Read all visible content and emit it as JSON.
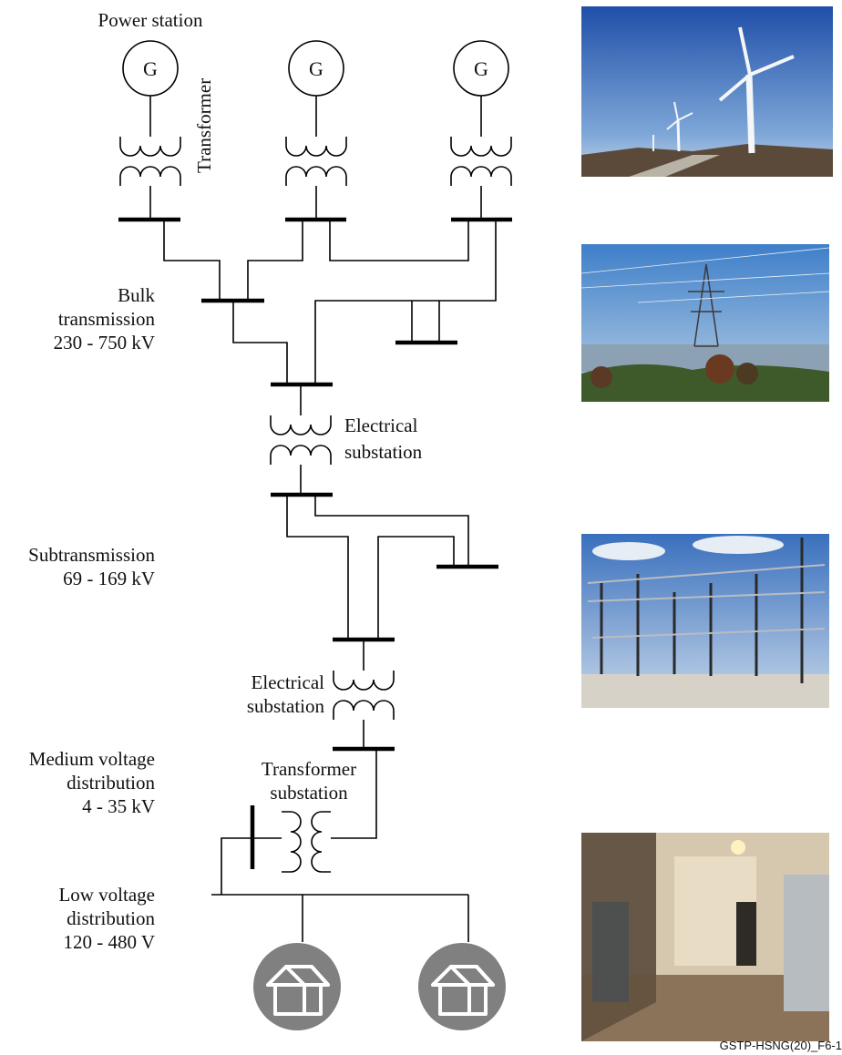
{
  "labels": {
    "power_station": "Power station",
    "transformer": "Transformer",
    "generator": "G",
    "bulk": [
      "Bulk",
      "transmission",
      "230 - 750 kV"
    ],
    "substation1": [
      "Electrical",
      "substation"
    ],
    "subtransmission": [
      "Subtransmission",
      "69 - 169 kV"
    ],
    "substation2": [
      "Electrical",
      "substation"
    ],
    "medium": [
      "Medium voltage",
      "distribution",
      "4 - 35 kV"
    ],
    "transformer_substation": [
      "Transformer",
      "substation"
    ],
    "low": [
      "Low voltage",
      "distribution",
      "120 - 480 V"
    ],
    "figure_id": "GSTP-HSNG(20)_F6-1"
  },
  "photos": [
    {
      "name": "wind-turbines-photo",
      "subject": "wind turbines"
    },
    {
      "name": "transmission-tower-photo",
      "subject": "high-voltage transmission tower"
    },
    {
      "name": "electrical-substation-photo",
      "subject": "electrical substation"
    },
    {
      "name": "transformer-room-photo",
      "subject": "transformer room"
    }
  ],
  "icons": {
    "house": "house-icon",
    "generator": "generator-icon",
    "transformer": "transformer-symbol"
  },
  "colors": {
    "line": "#000000",
    "house_circle": "#808080",
    "sky": "#4a7fc8"
  }
}
